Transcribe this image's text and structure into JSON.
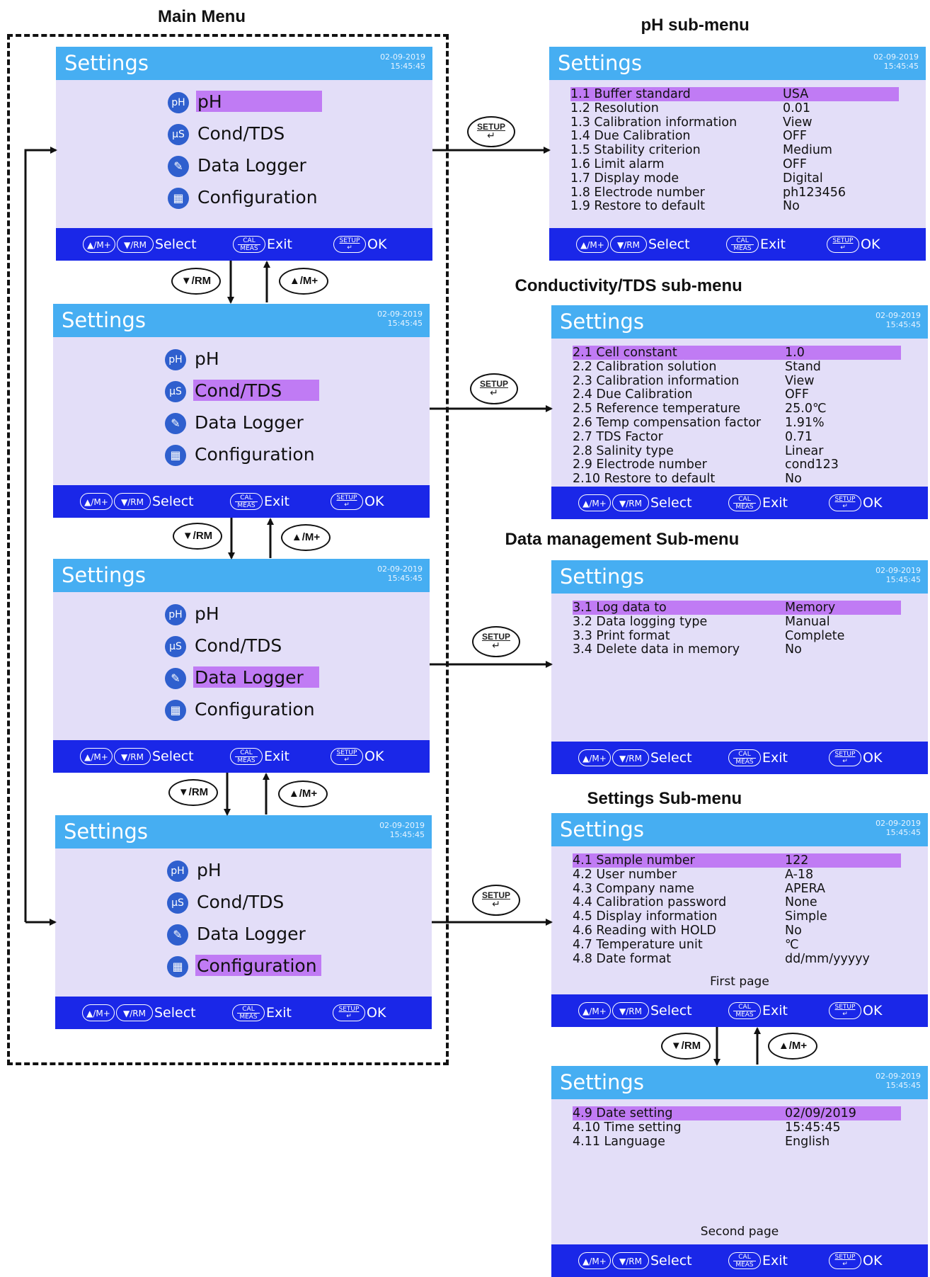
{
  "headings": {
    "main": "Main Menu",
    "ph": "pH sub-menu",
    "cond": "Conductivity/TDS sub-menu",
    "data": "Data management Sub-menu",
    "settings": "Settings Sub-menu"
  },
  "screen": {
    "title": "Settings",
    "date": "02-09-2019",
    "time": "15:45:45"
  },
  "footer": {
    "up_key": "▲/M+",
    "down_key": "▼/RM",
    "select": "Select",
    "cal_key_top": "CAL",
    "cal_key_bottom": "MEAS",
    "exit": "Exit",
    "setup_key": "SETUP",
    "enter_symbol": "↵",
    "ok": "OK"
  },
  "main_menu": {
    "items": [
      {
        "icon": "pH",
        "label": "pH"
      },
      {
        "icon": "µS",
        "label": "Cond/TDS"
      },
      {
        "icon": "✎",
        "label": "Data Logger"
      },
      {
        "icon": "▦",
        "label": "Configuration"
      }
    ]
  },
  "nav": {
    "down": "▼/RM",
    "up": "▲/M+",
    "setup": "SETUP",
    "enter": "↵"
  },
  "ph_menu": [
    {
      "label": "1.1 Buffer standard",
      "value": "USA"
    },
    {
      "label": "1.2 Resolution",
      "value": "0.01"
    },
    {
      "label": "1.3 Calibration information",
      "value": "View"
    },
    {
      "label": "1.4 Due Calibration",
      "value": "OFF"
    },
    {
      "label": "1.5 Stability criterion",
      "value": "Medium"
    },
    {
      "label": "1.6 Limit alarm",
      "value": "OFF"
    },
    {
      "label": "1.7 Display mode",
      "value": "Digital"
    },
    {
      "label": "1.8 Electrode number",
      "value": "ph123456"
    },
    {
      "label": "1.9 Restore to default",
      "value": "No"
    }
  ],
  "cond_menu": [
    {
      "label": "2.1 Cell constant",
      "value": "1.0"
    },
    {
      "label": "2.2 Calibration solution",
      "value": "Stand"
    },
    {
      "label": "2.3 Calibration information",
      "value": "View"
    },
    {
      "label": "2.4 Due Calibration",
      "value": "OFF"
    },
    {
      "label": "2.5 Reference temperature",
      "value": "25.0℃"
    },
    {
      "label": "2.6 Temp compensation factor",
      "value": "1.91%"
    },
    {
      "label": "2.7 TDS Factor",
      "value": "0.71"
    },
    {
      "label": "2.8 Salinity type",
      "value": "Linear"
    },
    {
      "label": "2.9 Electrode number",
      "value": "cond123"
    },
    {
      "label": "2.10 Restore to default",
      "value": "No"
    }
  ],
  "data_menu": [
    {
      "label": "3.1  Log data to",
      "value": "Memory"
    },
    {
      "label": "3.2  Data logging type",
      "value": "Manual"
    },
    {
      "label": "3.3  Print format",
      "value": "Complete"
    },
    {
      "label": "3.4  Delete data in memory",
      "value": "No"
    }
  ],
  "settings_menu_page1": [
    {
      "label": "4.1  Sample number",
      "value": "122"
    },
    {
      "label": "4.2  User number",
      "value": "A-18"
    },
    {
      "label": "4.3  Company name",
      "value": "APERA"
    },
    {
      "label": "4.4  Calibration password",
      "value": "None"
    },
    {
      "label": "4.5  Display information",
      "value": "Simple"
    },
    {
      "label": "4.6  Reading with HOLD",
      "value": "No"
    },
    {
      "label": "4.7  Temperature unit",
      "value": "℃"
    },
    {
      "label": "4.8  Date format",
      "value": "dd/mm/yyyyy"
    }
  ],
  "settings_menu_page2": [
    {
      "label": "4.9  Date setting",
      "value": "02/09/2019"
    },
    {
      "label": "4.10 Time setting",
      "value": "15:45:45"
    },
    {
      "label": "4.11 Language",
      "value": "English"
    }
  ],
  "captions": {
    "first_page": "First page",
    "second_page": "Second page"
  },
  "colors": {
    "header": "#46aef2",
    "body": "#e3def8",
    "footer": "#1a27e8",
    "highlight": "#c07bf4",
    "icon": "#2f5fce"
  }
}
